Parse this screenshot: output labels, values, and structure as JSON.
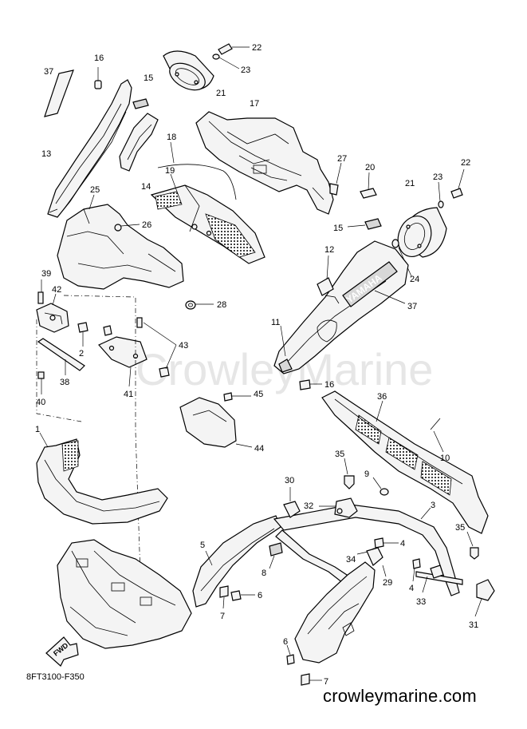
{
  "diagram": {
    "code": "8FT3100-F350",
    "site_url": "crowleymarine.com",
    "watermark": "CrowleyMarine",
    "fwd_label": "FWD",
    "brand_label": "YAMAHA",
    "callouts": {
      "c1": "1",
      "c2": "2",
      "c3": "3",
      "c4a": "4",
      "c4b": "4",
      "c5": "5",
      "c6a": "6",
      "c6b": "6",
      "c7a": "7",
      "c7b": "7",
      "c8": "8",
      "c9": "9",
      "c10": "10",
      "c11": "11",
      "c12": "12",
      "c13": "13",
      "c14": "14",
      "c15a": "15",
      "c15b": "15",
      "c16a": "16",
      "c16b": "16",
      "c17": "17",
      "c18": "18",
      "c19": "19",
      "c20": "20",
      "c21a": "21",
      "c21b": "21",
      "c22a": "22",
      "c22b": "22",
      "c23a": "23",
      "c23b": "23",
      "c24": "24",
      "c25": "25",
      "c26": "26",
      "c27": "27",
      "c28": "28",
      "c29": "29",
      "c30": "30",
      "c31": "31",
      "c32": "32",
      "c33": "33",
      "c34": "34",
      "c35a": "35",
      "c35b": "35",
      "c36": "36",
      "c37a": "37",
      "c37b": "37",
      "c38": "38",
      "c39": "39",
      "c40": "40",
      "c41": "41",
      "c42": "42",
      "c43": "43",
      "c44": "44",
      "c45": "45"
    }
  }
}
